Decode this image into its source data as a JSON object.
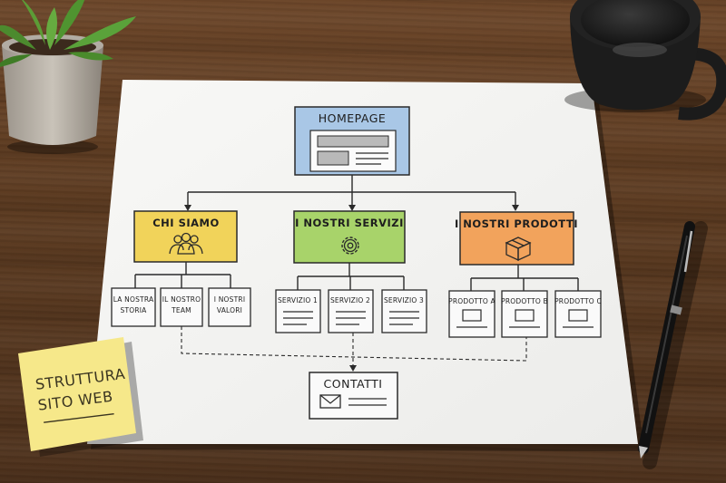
{
  "diagram": {
    "homepage": {
      "label": "HOMEPAGE",
      "color": "#a9c7e6"
    },
    "sections": [
      {
        "label": "CHI SIAMO",
        "color": "#f1d35a",
        "icon": "people-icon",
        "children": [
          {
            "label_line1": "LA NOSTRA",
            "label_line2": "STORIA"
          },
          {
            "label_line1": "IL NOSTRO",
            "label_line2": "TEAM"
          },
          {
            "label_line1": "I NOSTRI",
            "label_line2": "VALORI"
          }
        ]
      },
      {
        "label": "I NOSTRI SERVIZI",
        "color": "#a8d36a",
        "icon": "gear-icon",
        "children": [
          {
            "label_line1": "SERVIZIO 1"
          },
          {
            "label_line1": "SERVIZIO 2"
          },
          {
            "label_line1": "SERVIZIO 3"
          }
        ]
      },
      {
        "label": "I NOSTRI PRODOTTI",
        "color": "#f2a35c",
        "icon": "box-icon",
        "children": [
          {
            "label_line1": "PRODOTTO A"
          },
          {
            "label_line1": "PRODOTTO B"
          },
          {
            "label_line1": "PRODOTTO C"
          }
        ]
      }
    ],
    "contact": {
      "label": "CONTATTI",
      "icon": "mail-icon"
    }
  },
  "sticky_note": {
    "line1": "STRUTTURA",
    "line2": "SITO WEB",
    "color": "#f6e88a"
  }
}
